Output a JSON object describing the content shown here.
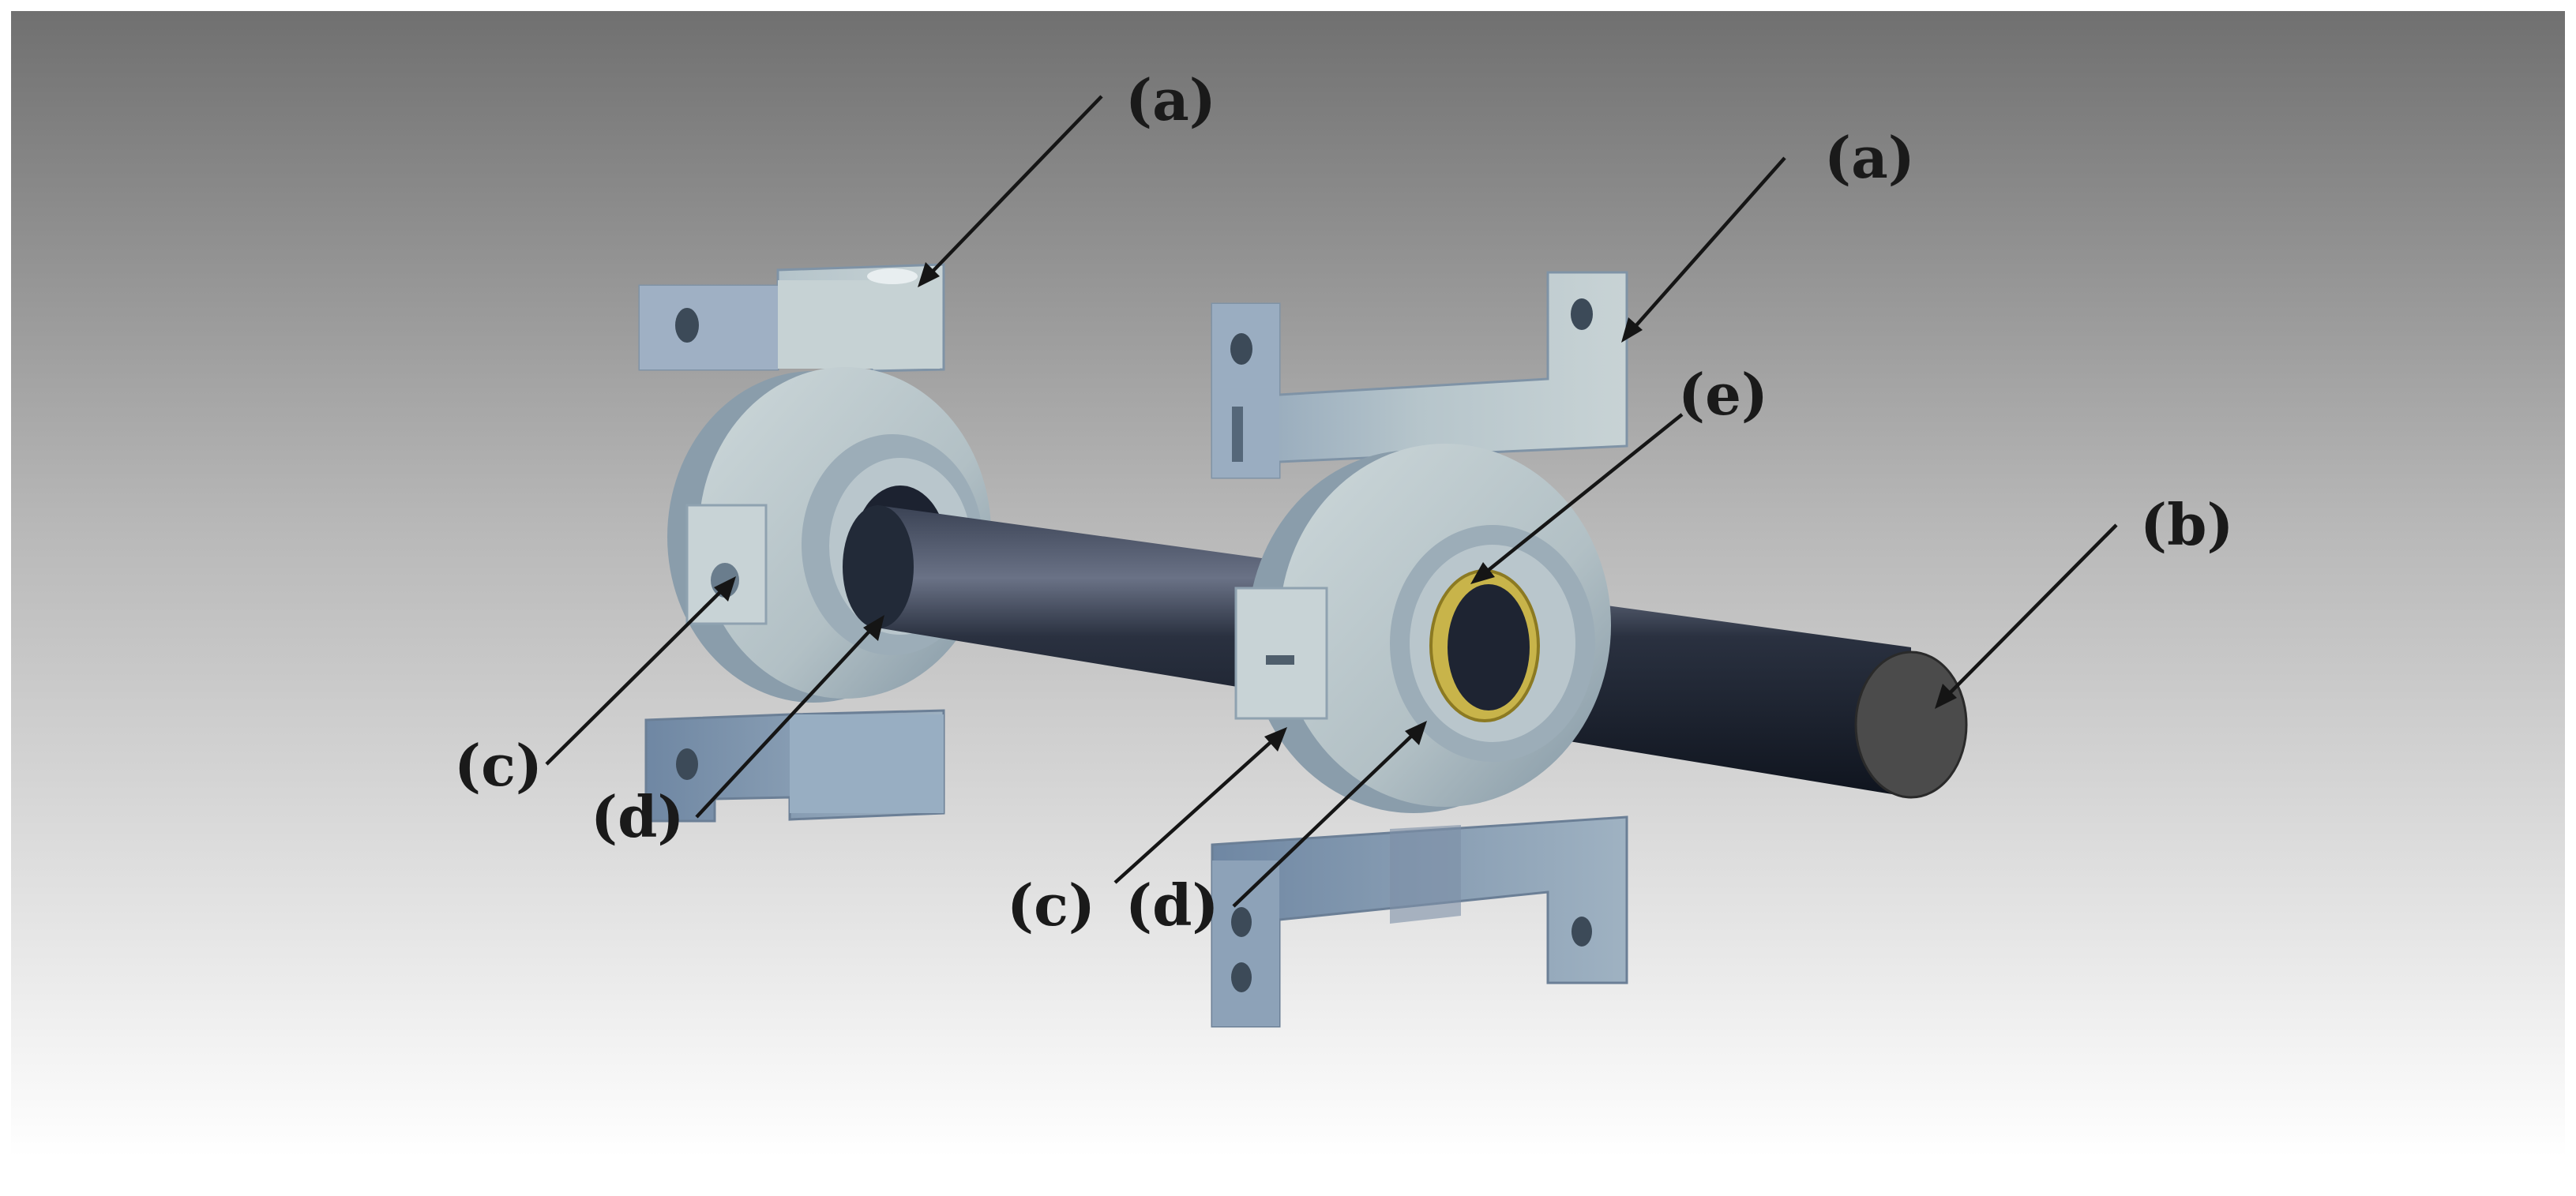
{
  "figure": {
    "background_top": "#707070",
    "background_bottom": "#ffffff",
    "callouts": [
      {
        "id": "a1",
        "text": "(a)"
      },
      {
        "id": "a2",
        "text": "(a)"
      },
      {
        "id": "b",
        "text": "(b)"
      },
      {
        "id": "c1",
        "text": "(c)"
      },
      {
        "id": "c2",
        "text": "(c)"
      },
      {
        "id": "d1",
        "text": "(d)"
      },
      {
        "id": "d2",
        "text": "(d)"
      },
      {
        "id": "e",
        "text": "(e)"
      }
    ],
    "colors": {
      "housing_light": "#c9d4d6",
      "housing_mid": "#a3b2b8",
      "housing_shadow": "#6f8290",
      "bracket_light": "#c4d0d2",
      "bracket_blue": "#7e94ad",
      "shaft_dark": "#141a26",
      "shaft_mid": "#2e3646",
      "shaft_highlight": "#6a7286",
      "shaft_end": "#4b4b4b",
      "bushing_gold": "#c8b44a"
    }
  }
}
